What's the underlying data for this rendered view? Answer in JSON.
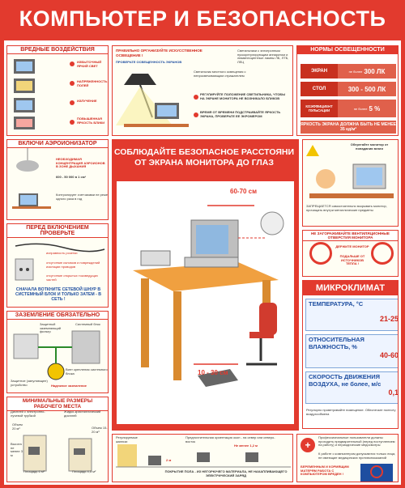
{
  "title": "КОМПЬЮТЕР И БЕЗОПАСНОСТЬ",
  "panels": {
    "harmful": {
      "header": "ВРЕДНЫЕ ВОЗДЕЙСТВИЯ",
      "items": [
        "ИЗБЫТОЧНЫЙ ЯРКИЙ СВЕТ",
        "НАПРЯЖЕННОСТЬ ПОЛЕЙ",
        "ИЗЛУЧЕНИЕ",
        "ПОВЫШЕННАЯ ЯРКОСТЬ БЛИКИ"
      ]
    },
    "ionizer": {
      "header": "ВКЛЮЧИ АЭРОИОНИЗАТОР",
      "text1": "НЕОБХОДИМАЯ КОНЦЕНТРАЦИЯ АЭРОИОНОВ В ЗОНЕ ДЫХАНИЯ",
      "text1b": "600 - 50 000 в 1 см³",
      "text2": "Контролирует счетчиками не реже одного раза в год"
    },
    "check": {
      "header": "ПЕРЕД ВКЛЮЧЕНИЕМ ПРОВЕРЬТЕ",
      "items": [
        "исправность розетки",
        "отсутствие изломов и повреждений изоляции проводов",
        "отсутствие открытых токоведущих частей"
      ],
      "footer": "СНАЧАЛА ВОТКНИТЕ СЕТЕВОЙ ШНУР В СИСТЕМНЫЙ БЛОК И ТОЛЬКО ЗАТЕМ - В СЕТЬ !"
    },
    "ground": {
      "header": "ЗАЗЕМЛЕНИЕ ОБЯЗАТЕЛЬНО",
      "labels": [
        "Защитный заземляющий фильтр",
        "Системный блок",
        "Винт крепления системного блока",
        "Защитное (зануляющее) устройство",
        "Надежное заземление"
      ]
    },
    "workplace": {
      "header": "МИНИМАЛЬНЫЕ РАЗМЕРЫ РАБОЧЕГО МЕСТА",
      "labels": [
        "Дисплей с электронно-лучевой трубкой",
        "Жидко-кристаллический дисплей",
        "Объем 20 м³",
        "Объем 15-20 м³",
        "Высота не менее 3 м",
        "Площадь 6 м²",
        "Площадь 4,5 м²"
      ]
    },
    "lighting": {
      "header": "ПРАВИЛЬНО ОРГАНИЗУЙТЕ ИСКУССТВЕННОЕ ОСВЕЩЕНИЕ !",
      "sub": "ПРОВЕРЬТЕ ОСВЕЩЕННОСТЬ ЭКРАНОВ",
      "note1": "Светильники с электронным пускорегулирующим аппаратом и люминесцентные лампы ЛБ, ЛТБ, ЛЕЦ",
      "note2": "Светильник местного освещения с непросвечивающим отражателем",
      "tips": [
        "РЕГУЛИРУЙТЕ ПОЛОЖЕНИЕ СВЕТИЛЬНИКА, ЧТОБЫ НА ЭКРАНЕ МОНИТОРА НЕ ВОЗНИКАЛО БЛИКОВ",
        "ВРЕМЯ ОТ ВРЕМЕНИ ПОДСТРАИВАЙТЕ ЯРКОСТЬ ЭКРАНА, ПРОВЕРЬТЕ ЕЕ ЭКРОМЕРОМ"
      ]
    },
    "norms": {
      "header": "НОРМЫ ОСВЕЩЕННОСТИ",
      "rows": [
        {
          "label": "ЭКРАН",
          "prefix": "не более",
          "value": "300 ЛК"
        },
        {
          "label": "СТОЛ",
          "prefix": "",
          "value": "300 - 500 ЛК"
        },
        {
          "label": "КОЭФФИЦИЕНТ ПУЛЬСАЦИИ",
          "prefix": "не более",
          "value": "5 %"
        }
      ],
      "footer": "ЯРКОСТЬ ЭКРАНА ДОЛЖНА БЫТЬ НЕ МЕНЕЕ 35 кд/м²"
    },
    "center": {
      "title": "СОБЛЮДАЙТЕ БЕЗОПАСНОЕ РАССТОЯНИ ОТ ЭКРАНА МОНИТОРА ДО ГЛАЗ",
      "distance_eye": "60-70 см",
      "distance_knee": "10 - 30 см"
    },
    "moisture": {
      "header": "Оберегайте монитор от попадания влаги",
      "text": "ЗАПРЕЩАЕТСЯ самостоятельно вскрывать монитор, прочищать внутри металлические предметы"
    },
    "vent": {
      "header": "НЕ ЗАГОРАЖИВАЙТЕ ВЕНТИЛЯЦИОННЫЕ ОТВЕРСТИЯ МОНИТОРА",
      "label1": "ДЕРЖИТЕ МОНИТОР",
      "label2": "ПОДАЛЬШЕ ОТ ИСТОЧНИКОВ ТЕПЛА !"
    },
    "climate": {
      "header": "МИКРОКЛИМАТ",
      "temp_label": "ТЕМПЕРАТУРА, °С",
      "temp_value": "21-25",
      "hum_label": "ОТНОСИТЕЛЬНАЯ ВЛАЖНОСТЬ, %",
      "hum_value": "40-60",
      "air_label": "СКОРОСТЬ ДВИЖЕНИЯ ВОЗДУХА, не более, м/с",
      "air_value": "0,1",
      "note": "Регулярно проветривайте помещение. Обеспечьте полноту воздухообмена"
    },
    "bottom": {
      "blinds": "Регулируемые жалюзи",
      "orientation": "Предпочтительная ориентация окон - на север или северо-восток",
      "dist1": "Не менее 1,2 м",
      "dist2": "2 м",
      "floor": "ПОКРЫТИЕ ПОЛА - ИЗ НЕГОРЮЧЕГО МАТЕРИАЛА, НЕ НАКАПЛИВАЮЩЕГО ЭЛЕКТРИЧЕСКИЙ ЗАРЯД"
    },
    "medical": {
      "text1": "Профессиональные пользователи должны проходить предварительный (перед поступлением на работу) и периодические медосмотры",
      "text2": "К работе с компьютером допускаются только лица, не имеющие медицинских противопоказаний",
      "warn": "БЕРЕМЕННЫМ И КОРМЯЩИМ МАТЕРЯМ РАБОТА С КОМПЬЮТЕРОМ ВРЕДЕН !"
    }
  },
  "colors": {
    "brand": "#e23a2e",
    "accent": "#1e4ea0",
    "highlight": "#f2c400"
  }
}
